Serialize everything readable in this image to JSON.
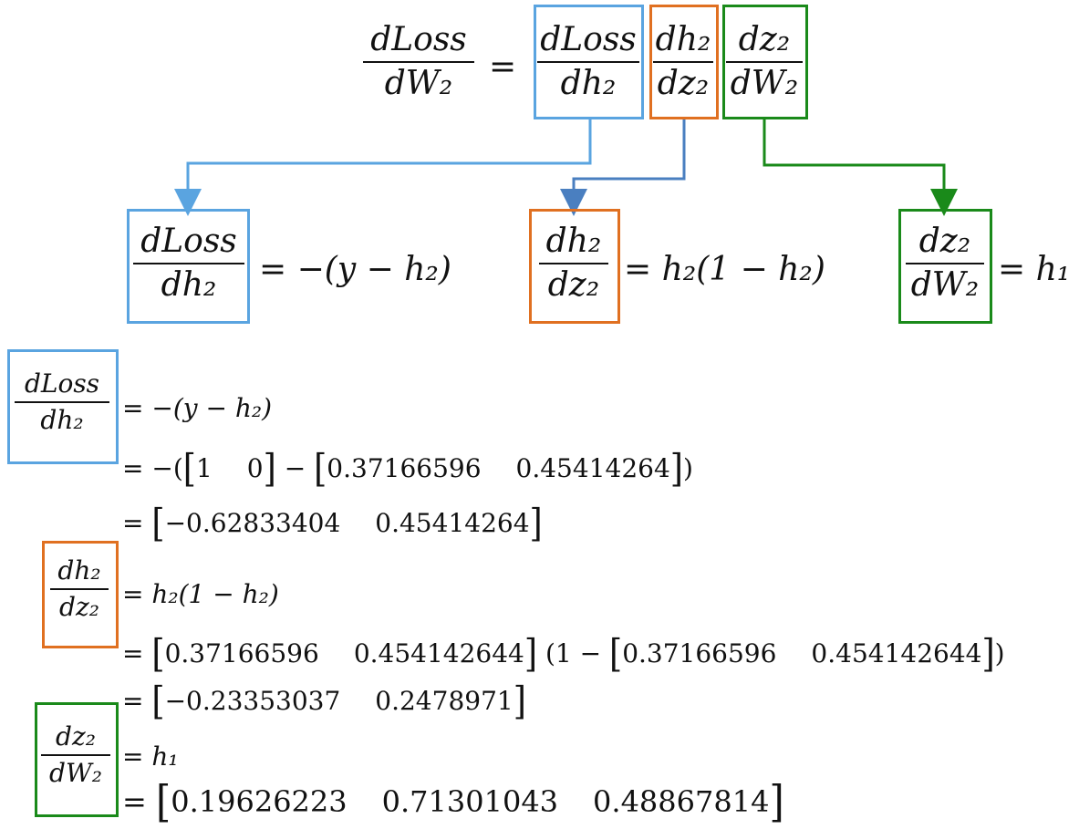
{
  "colors": {
    "blue": "#5aa4e0",
    "orange": "#e07021",
    "green": "#1a8a1a",
    "ink": "#111111"
  },
  "top": {
    "lhs": {
      "num": "dLoss",
      "den": "dW₂"
    },
    "equals": "=",
    "t1": {
      "num": "dLoss",
      "den": "dh₂"
    },
    "t2": {
      "num": "dh₂",
      "den": "dz₂"
    },
    "t3": {
      "num": "dz₂",
      "den": "dW₂"
    }
  },
  "middle": {
    "a": {
      "num": "dLoss",
      "den": "dh₂",
      "rhs": "= −(y − h₂)"
    },
    "b": {
      "num": "dh₂",
      "den": "dz₂",
      "rhs": "= h₂(1 − h₂)"
    },
    "c": {
      "num": "dz₂",
      "den": "dW₂",
      "rhs": "= h₁"
    }
  },
  "bottom": {
    "loss": {
      "num": "dLoss",
      "den": "dh₂",
      "line1": "= −(y − h₂)",
      "line2_prefix": "= −(",
      "line2_m1": [
        "1",
        "0"
      ],
      "line2_minus": "−",
      "line2_m2": [
        "0.37166596",
        "0.45414264"
      ],
      "line2_suffix": ")",
      "line3_prefix": "=",
      "line3_m": [
        "−0.62833404",
        "0.45414264"
      ]
    },
    "sig": {
      "num": "dh₂",
      "den": "dz₂",
      "line1": "= h₂(1 − h₂)",
      "line2_prefix": "=",
      "line2_m1": [
        "0.37166596",
        "0.454142644"
      ],
      "line2_mid": "(1 −",
      "line2_m2": [
        "0.37166596",
        "0.454142644"
      ],
      "line2_suffix": ")",
      "line3_prefix": "=",
      "line3_m": [
        "−0.23353037",
        "0.2478971"
      ]
    },
    "w": {
      "num": "dz₂",
      "den": "dW₂",
      "line1": "= h₁",
      "line2_prefix": "=",
      "line2_m": [
        "0.19626223",
        "0.71301043",
        "0.48867814"
      ]
    }
  }
}
